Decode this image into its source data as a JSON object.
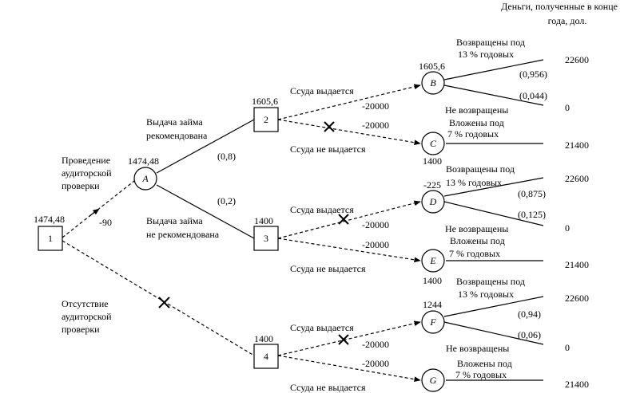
{
  "header": {
    "line1": "Деньги, полученные в конце",
    "line2": "года,  дол."
  },
  "nodes": {
    "n1": {
      "label": "1",
      "value": "1474,48"
    },
    "A": {
      "label": "A",
      "value": "1474,48"
    },
    "n2": {
      "label": "2",
      "value": "1605,6"
    },
    "n3": {
      "label": "3",
      "value": "1400"
    },
    "n4": {
      "label": "4",
      "value": "1400"
    },
    "B": {
      "label": "B",
      "value": "1605,6"
    },
    "C": {
      "label": "C",
      "value": "1400"
    },
    "D": {
      "label": "D",
      "value": "-225"
    },
    "E": {
      "label": "E",
      "value": "1400"
    },
    "F": {
      "label": "F",
      "value": "1244"
    },
    "G": {
      "label": "G",
      "value": ""
    }
  },
  "labels": {
    "audit_line1": "Проведение",
    "audit_line2": "аудиторской",
    "audit_line3": "проверки",
    "audit_cost": "-90",
    "no_audit_line1": "Отсутствие",
    "no_audit_line2": "аудиторской",
    "no_audit_line3": "проверки",
    "rec_line1": "Выдача займа",
    "rec_line2": "рекомендована",
    "rec_prob": "(0,8)",
    "notrec_line1": "Выдача займа",
    "notrec_line2": "не рекомендована",
    "notrec_prob": "(0,2)",
    "loan_given": "Ссуда выдается",
    "loan_not_given": "Ссуда не выдается",
    "loan_amount": "-20000",
    "returned_line1": "Возвращены под",
    "returned_line2": "13 % годовых",
    "not_returned": "Не возвращены",
    "invested_line1": "Вложены под",
    "invested_line2": "7 % годовых"
  },
  "outcomes": {
    "B_return": {
      "prob": "(0,956)",
      "money": "22600"
    },
    "B_default": {
      "prob": "(0,044)",
      "money": "0"
    },
    "C_money": "21400",
    "D_return": {
      "prob": "(0,875)",
      "money": "22600"
    },
    "D_default": {
      "prob": "(0,125)",
      "money": "0"
    },
    "E_money": "21400",
    "F_return": {
      "prob": "(0,94)",
      "money": "22600"
    },
    "F_default": {
      "prob": "(0,06)",
      "money": "0"
    },
    "G_money": "21400"
  }
}
